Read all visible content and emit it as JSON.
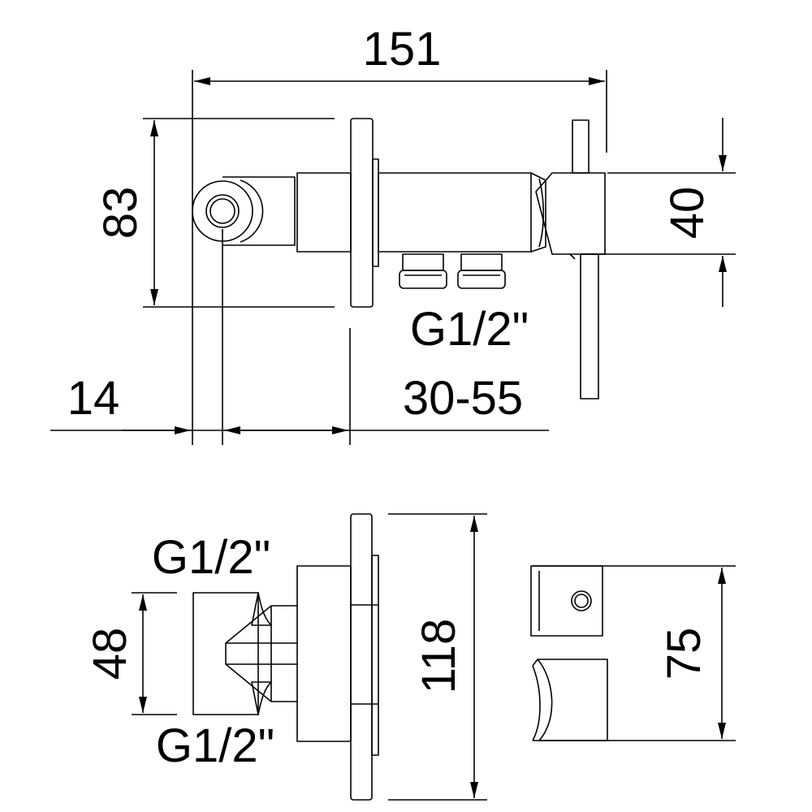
{
  "colors": {
    "line": "#000000",
    "background": "#ffffff"
  },
  "top_view": {
    "dim_width": "151",
    "dim_height": "83",
    "dim_depth": "40",
    "dim_offset": "14",
    "dim_wall_range": "30-55",
    "thread_label": "G1/2\""
  },
  "side_view": {
    "thread_label_top": "G1/2\"",
    "thread_label_bottom": "G1/2\"",
    "dim_inlet_spacing": "48",
    "dim_plate_height": "118",
    "dim_body_height": "75"
  }
}
